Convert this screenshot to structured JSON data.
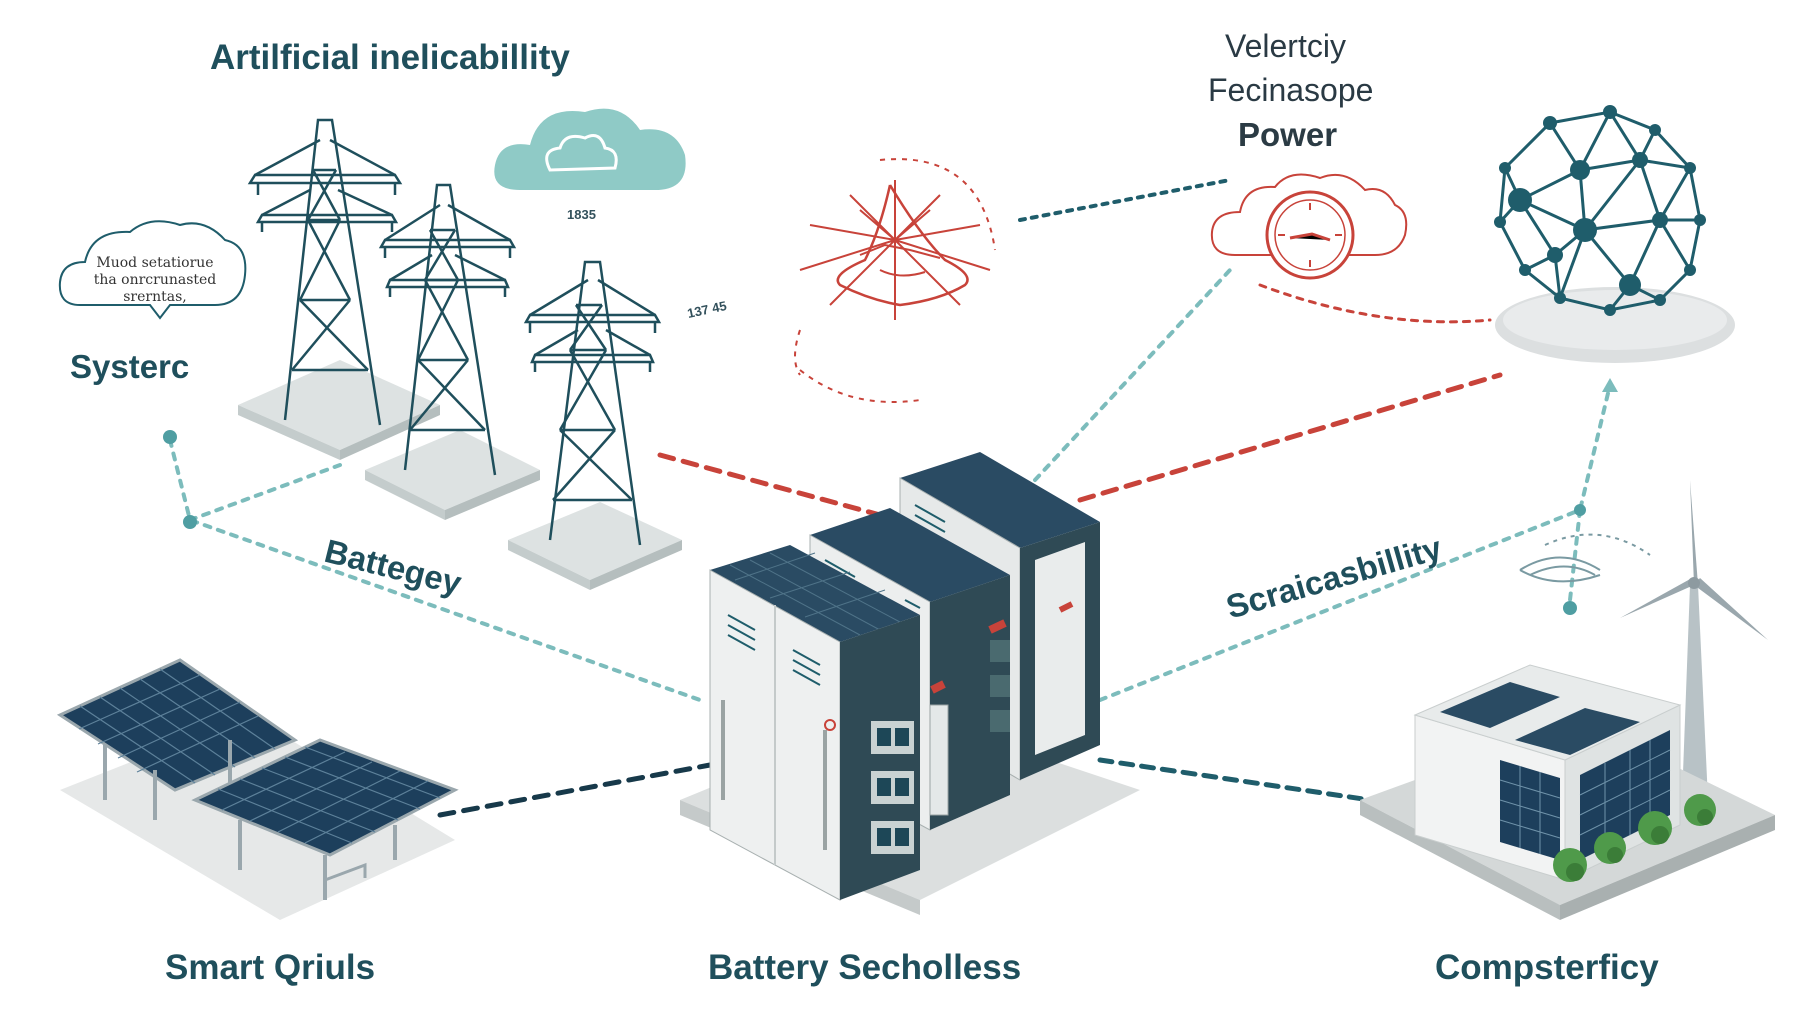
{
  "colors": {
    "teal": "#1f5d6b",
    "teal_light": "#7cbcbc",
    "red": "#c8433a",
    "navy": "#17394a",
    "panel": "#1d3f5c",
    "cabinet": "#e9ecec",
    "cabinet_dark": "#2f4a55",
    "plant": "#4f9a4a",
    "turbine": "#9aa7ad"
  },
  "labels": {
    "title_ai": "Artilficial inelicabillity",
    "velocity_line1": "Velertciy",
    "velocity_line2": "Fecinasope",
    "velocity_power": "Power",
    "systerc": "Systerc",
    "battegey": "Battegey",
    "scalability": "Scraicasbillity",
    "smart_grids": "Smart Qriuls",
    "battery_storage": "Battery Secholless",
    "compsterficy": "Compsterficy",
    "cloud_note_line1": "Muod setatiorue",
    "cloud_note_line2": "tha onrcrunasted",
    "cloud_note_line3": "srerntas,",
    "code_1835": "1835",
    "code_13745": "137 45"
  },
  "icons": [
    "cloud-icon",
    "speech-cloud-icon",
    "transmission-tower-icon",
    "sun-radial-icon",
    "clock-cloud-icon",
    "network-sphere-icon",
    "battery-cabinet-icon",
    "solar-panel-icon",
    "wind-turbine-icon",
    "data-center-icon",
    "wifi-signal-icon"
  ]
}
